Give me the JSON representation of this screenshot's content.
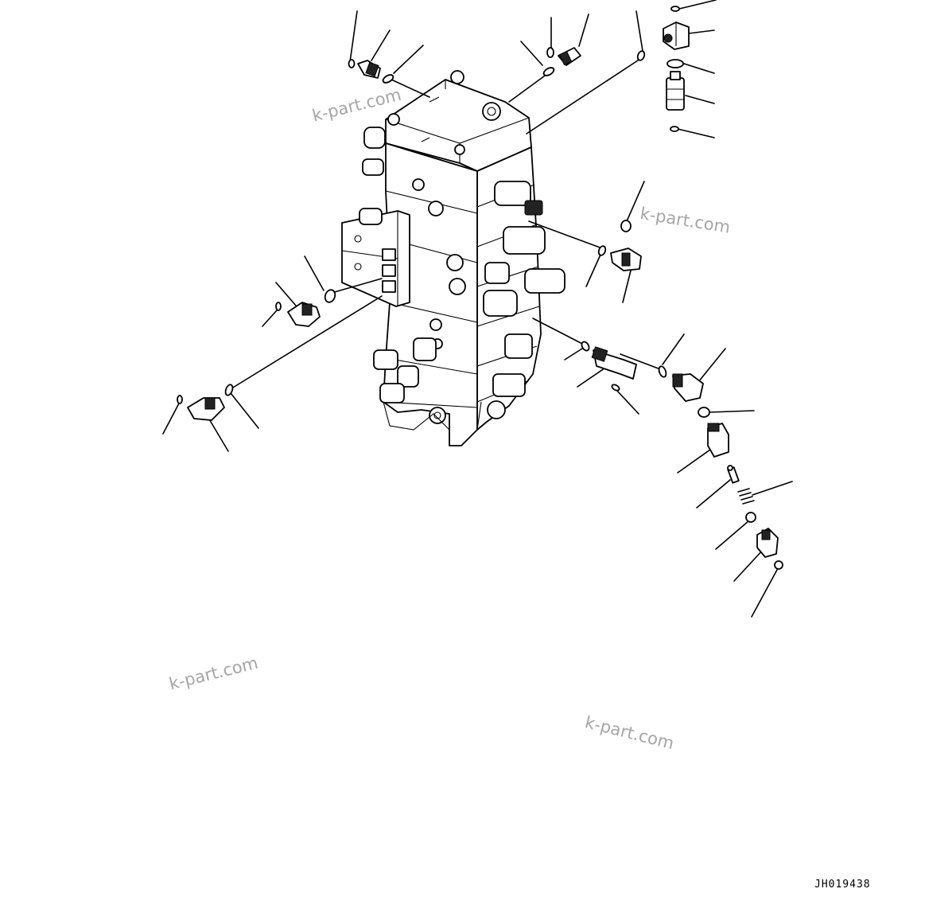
{
  "diagram": {
    "drawing_number": "JH019438",
    "watermarks": [
      "k-part.com",
      "k-part.com",
      "k-part.com",
      "k-part.com"
    ]
  }
}
